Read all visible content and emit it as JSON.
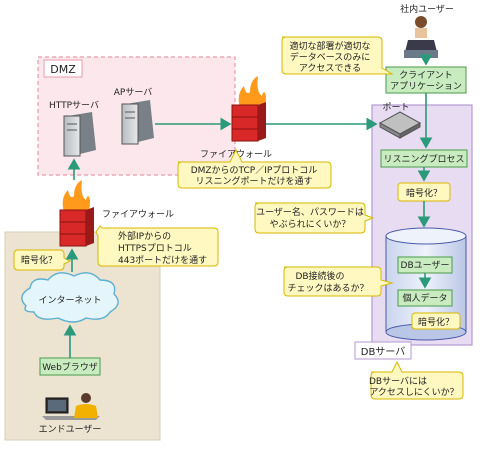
{
  "labels": {
    "internal_user": "社内ユーザー",
    "dmz": "DMZ",
    "http_server": "HTTPサーバ",
    "ap_server": "APサーバ",
    "firewall_top": "ファイアウォール",
    "firewall_left": "ファイアウォール",
    "port": "ポート",
    "internet": "インターネット",
    "web_browser": "Webブラウザ",
    "end_user": "エンドユーザー",
    "db_server": "DBサーバ"
  },
  "boxes": {
    "client_app": [
      "クライアント",
      "アプリケーション"
    ],
    "listening_process": "リスニングプロセス",
    "db_user": "DBユーザー",
    "personal_data": "個人データ"
  },
  "callouts": {
    "dept_access": [
      "適切な部署が適切な",
      "データベースのみに",
      "アクセスできる"
    ],
    "dmz_tcp": [
      "DMZからのTCP／IPプロトコル",
      "リスニングポートだけを通す"
    ],
    "external_ip": [
      "外部IPからの",
      "HTTPSプロトコル",
      "443ポートだけを通す"
    ],
    "encrypt_left": "暗号化？",
    "encrypt_right": "暗号化？",
    "encrypt_db": "暗号化？",
    "password": [
      "ユーザー名、パスワードは",
      "やぶられにくいか？"
    ],
    "db_check": [
      "DB接続後の",
      "チェックはあるか？"
    ],
    "db_access": [
      "DBサーバには",
      "アクセスしにくいか？"
    ]
  },
  "colors": {
    "dmz_zone": "#fce8ec",
    "db_zone": "#e8dcf3",
    "process_box": "#c8ecc0",
    "callout": "#fff8c0",
    "arrow": "#2a9a7a",
    "firewall": "#d82828"
  }
}
